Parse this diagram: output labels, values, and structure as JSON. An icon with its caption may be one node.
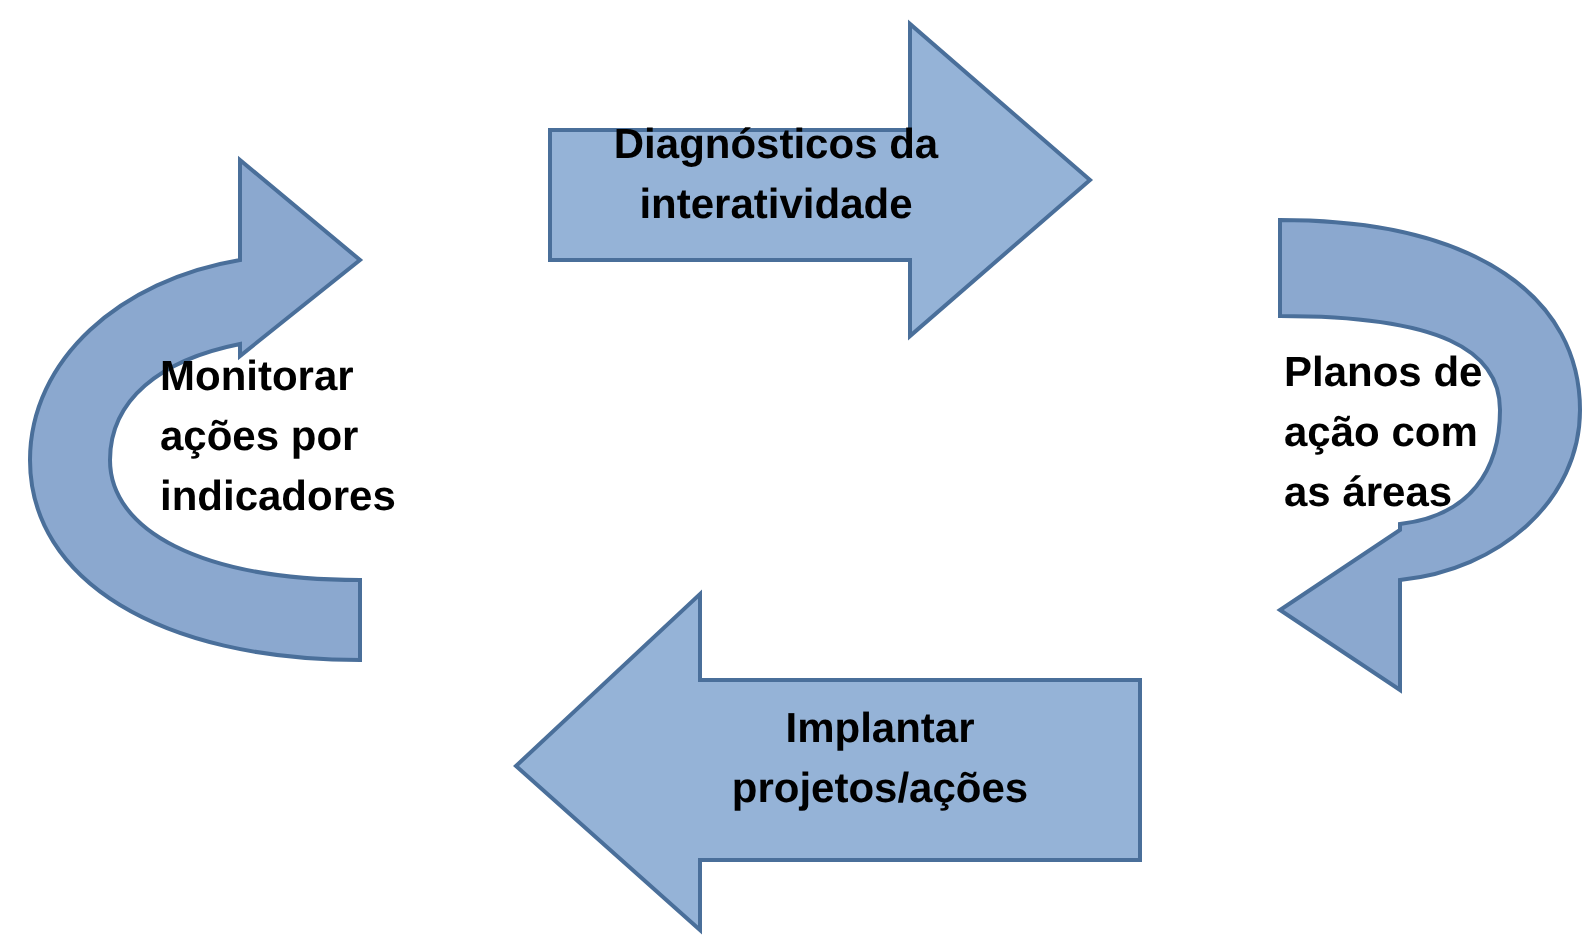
{
  "diagram": {
    "nodes": [
      {
        "text": [
          "Diagnósticos da interatividade"
        ]
      },
      {
        "text": [
          "Planos de ação com as áreas"
        ]
      },
      {
        "text": [
          "Implantar projetos/ações"
        ]
      },
      {
        "text": [
          "Monitorar ações por indicadores"
        ]
      }
    ]
  }
}
